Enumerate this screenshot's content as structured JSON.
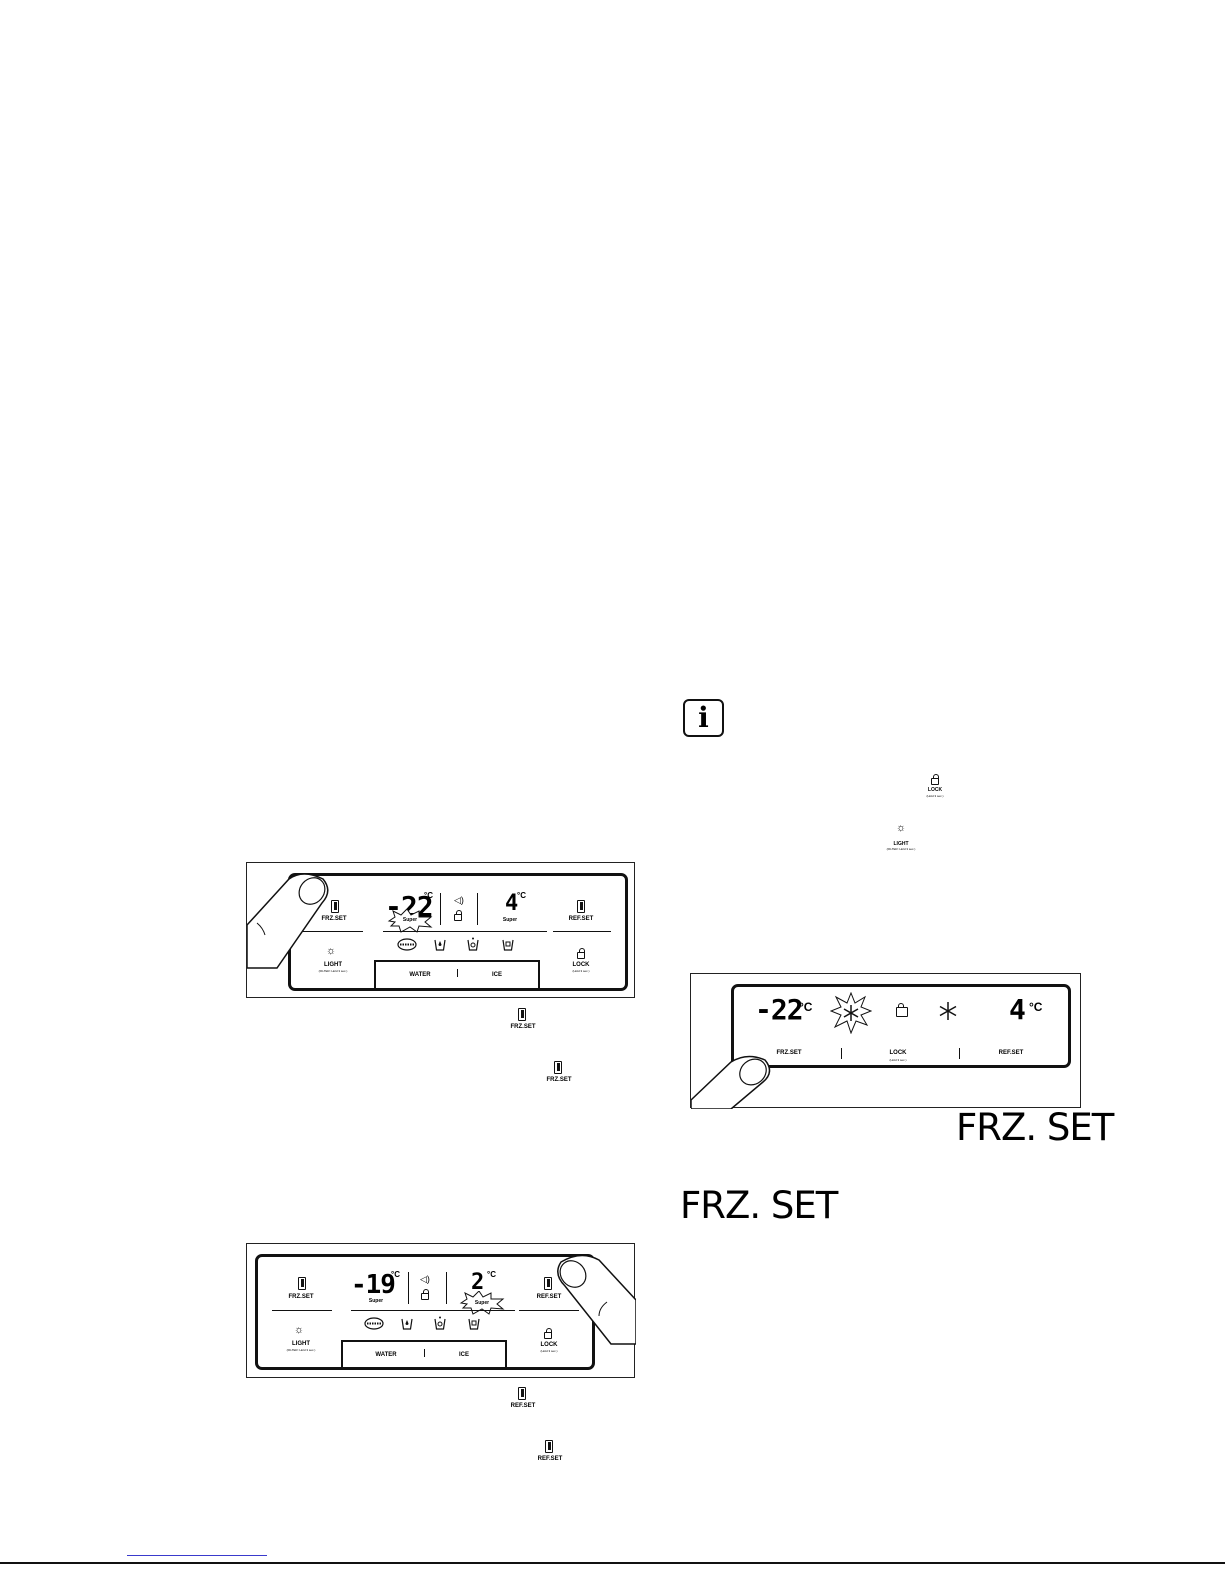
{
  "panel1": {
    "frz_label": "FRZ.SET",
    "ref_label": "REF.SET",
    "frz_temp": "-22",
    "ref_temp": "4",
    "unit": "°C",
    "super_left": "Super",
    "super_right": "Super",
    "light_label": "LIGHT",
    "light_sub": "(FILTER: Hold 3 sec.)",
    "lock_label": "LOCK",
    "lock_sub": "(Hold 3 sec.)",
    "water_label": "WATER",
    "ice_label": "ICE",
    "filter_icon_text": "FILTER"
  },
  "panel1_caption_icons": [
    "FRZ.SET",
    "FRZ.SET"
  ],
  "panel2": {
    "frz_label": "FRZ.SET",
    "ref_label": "REF.SET",
    "frz_temp": "-19",
    "ref_temp": "2",
    "unit": "°C",
    "super_left": "Super",
    "super_right": "Super",
    "light_label": "LIGHT",
    "light_sub": "(FILTER: Hold 3 sec.)",
    "lock_label": "LOCK",
    "lock_sub": "(Hold 3 sec.)",
    "water_label": "WATER",
    "ice_label": "ICE",
    "filter_icon_text": "FILTER"
  },
  "panel2_caption_icons": [
    "REF.SET",
    "REF.SET"
  ],
  "info_icons": {
    "lock_label": "LOCK",
    "lock_sub": "(Hold 3 sec.)",
    "light_label": "LIGHT",
    "light_sub": "(FILTER: Hold 3 sec.)"
  },
  "panel3": {
    "frz_temp": "-22",
    "ref_temp": "4",
    "unit": "°C",
    "frz_label": "FRZ.SET",
    "lock_label": "LOCK",
    "lock_sub": "(Hold 3 sec.)",
    "ref_label": "REF.SET"
  },
  "big_labels": [
    "FRZ. SET",
    "FRZ. SET"
  ]
}
